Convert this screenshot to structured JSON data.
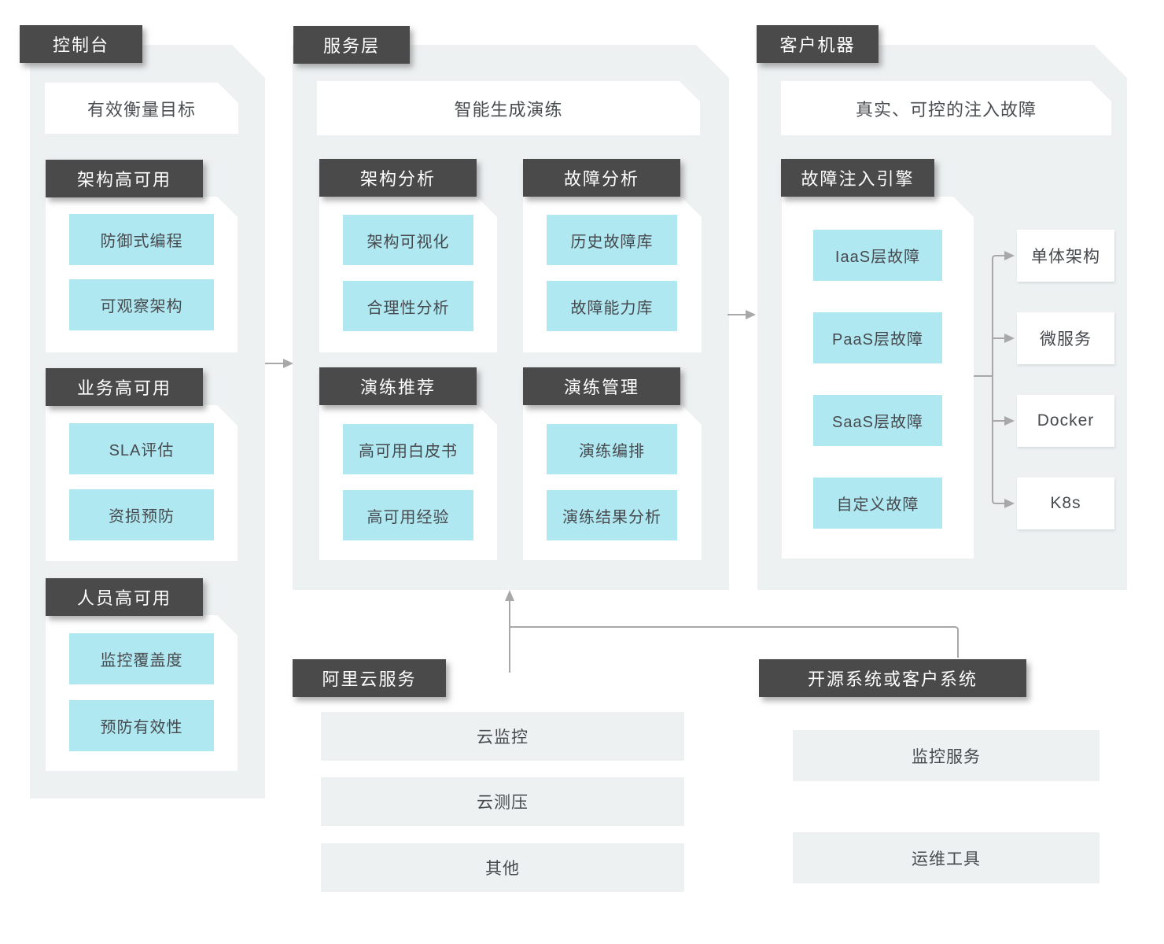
{
  "diagram": {
    "console": {
      "label": "控制台",
      "banner": "有效衡量目标",
      "groups": [
        {
          "label": "架构高可用",
          "items": [
            "防御式编程",
            "可观察架构"
          ]
        },
        {
          "label": "业务高可用",
          "items": [
            "SLA评估",
            "资损预防"
          ]
        },
        {
          "label": "人员高可用",
          "items": [
            "监控覆盖度",
            "预防有效性"
          ]
        }
      ]
    },
    "service_layer": {
      "label": "服务层",
      "banner": "智能生成演练",
      "groups": [
        {
          "label": "架构分析",
          "items": [
            "架构可视化",
            "合理性分析"
          ]
        },
        {
          "label": "故障分析",
          "items": [
            "历史故障库",
            "故障能力库"
          ]
        },
        {
          "label": "演练推荐",
          "items": [
            "高可用白皮书",
            "高可用经验"
          ]
        },
        {
          "label": "演练管理",
          "items": [
            "演练编排",
            "演练结果分析"
          ]
        }
      ]
    },
    "customer_machines": {
      "label": "客户机器",
      "banner": "真实、可控的注入故障",
      "engine": {
        "label": "故障注入引擎",
        "items": [
          "IaaS层故障",
          "PaaS层故障",
          "SaaS层故障",
          "自定义故障"
        ]
      },
      "targets": [
        "单体架构",
        "微服务",
        "Docker",
        "K8s"
      ]
    },
    "aliyun_services": {
      "label": "阿里云服务",
      "items": [
        "云监控",
        "云测压",
        "其他"
      ]
    },
    "external_systems": {
      "label": "开源系统或客户系统",
      "items": [
        "监控服务",
        "运维工具"
      ]
    },
    "colors": {
      "panel_bg": "#edf1f2",
      "label_bg": "#4a4a4b",
      "item_cyan": "#b0e8f2",
      "connector": "#a8a8a8"
    }
  }
}
